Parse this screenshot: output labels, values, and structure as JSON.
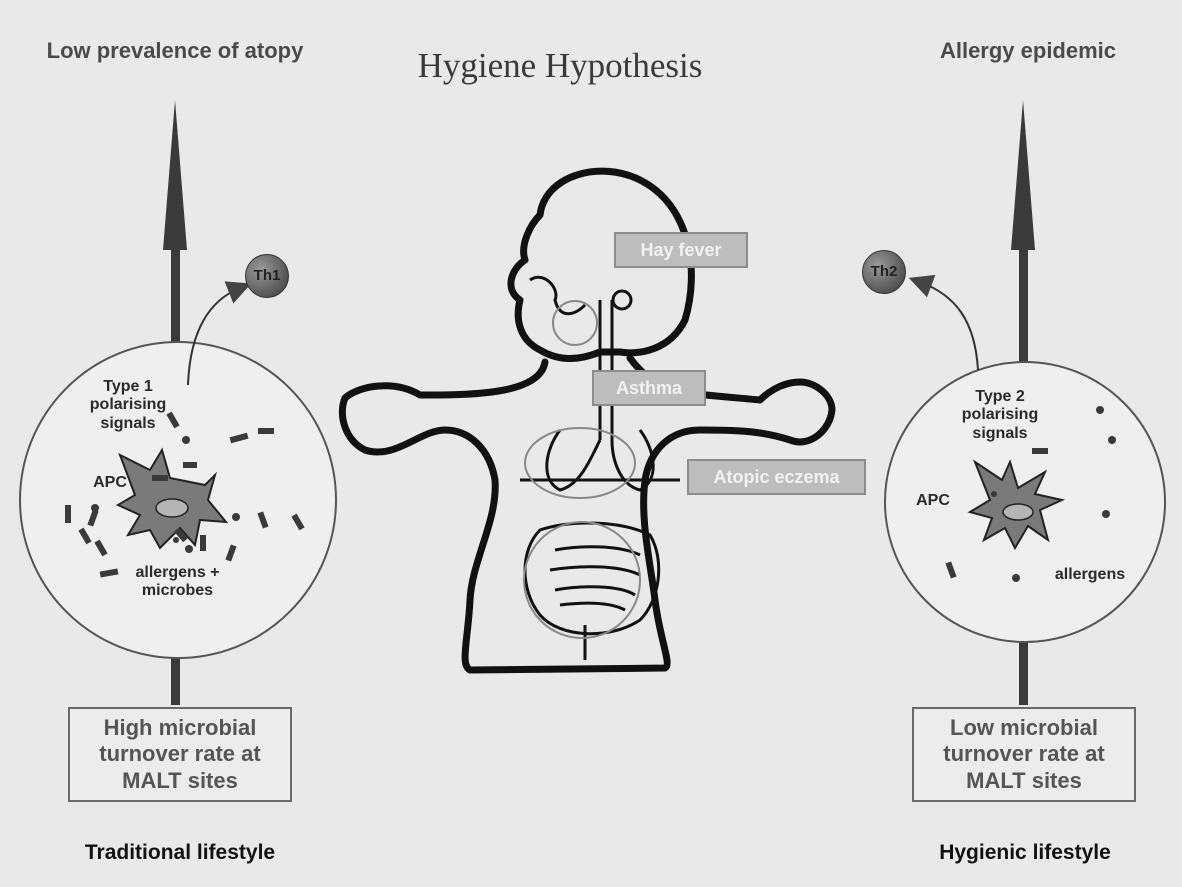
{
  "title": "Hygiene Hypothesis",
  "left": {
    "top_label": "Low prevalence of atopy",
    "th_label": "Th1",
    "signals_label": "Type 1 polarising signals",
    "apc_label": "APC",
    "allergens_label": "allergens + microbes",
    "box_text": "High microbial turnover rate at MALT sites",
    "lifestyle": "Traditional lifestyle"
  },
  "right": {
    "top_label": "Allergy epidemic",
    "th_label": "Th2",
    "signals_label": "Type 2 polarising signals",
    "apc_label": "APC",
    "allergens_label": "allergens",
    "box_text": "Low microbial turnover rate at MALT sites",
    "lifestyle": "Hygienic lifestyle"
  },
  "center_tags": {
    "hay_fever": "Hay fever",
    "asthma": "Asthma",
    "atopic_eczema": "Atopic eczema"
  }
}
